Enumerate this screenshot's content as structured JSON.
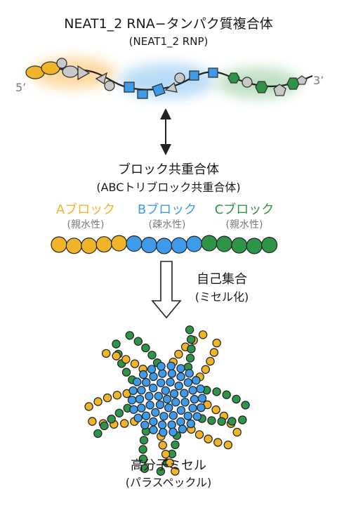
{
  "rnp": {
    "title": "NEAT1_2 RNA−タンパク質複合体",
    "subtitle": "(NEAT1_2 RNP)",
    "end5": "5’",
    "end3": "3’"
  },
  "copolymer": {
    "title": "ブロック共重合体",
    "subtitle": "(ABCトリブロック共重合体)",
    "blocks": [
      {
        "name": "Aブロック",
        "property": "(親水性)",
        "color": "#f0b429"
      },
      {
        "name": "Bブロック",
        "property": "(疎水性)",
        "color": "#3d9be9"
      },
      {
        "name": "Cブロック",
        "property": "(親水性)",
        "color": "#2e9447"
      }
    ]
  },
  "assembly": {
    "label": "自己集合",
    "sublabel": "(ミセル化)"
  },
  "micelle": {
    "title": "高分子ミセル",
    "subtitle": "(パラスペックル)"
  },
  "colors": {
    "region_a": "#fbd9a0",
    "region_b": "#b9dcf6",
    "region_c": "#bfe0c4",
    "protein_gray": "#c8c8c8",
    "outline": "#333333"
  }
}
